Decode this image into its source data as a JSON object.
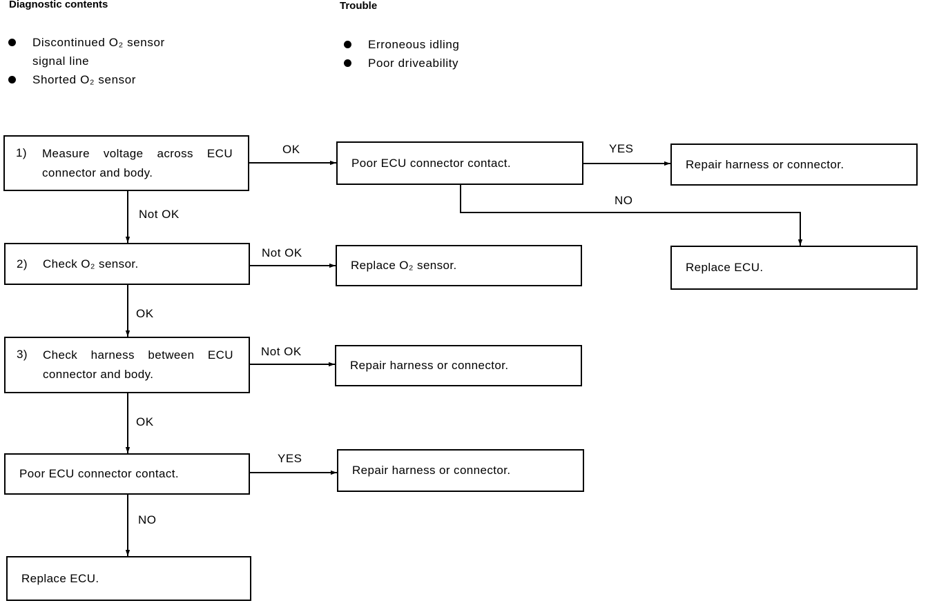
{
  "headings": {
    "diagnostic": "Diagnostic contents",
    "trouble": "Trouble"
  },
  "diagnostic_items": [
    "Discontinued O₂ sensor signal line",
    "Shorted O₂ sensor"
  ],
  "trouble_items": [
    "Erroneous idling",
    "Poor driveability"
  ],
  "boxes": {
    "step1": {
      "num": "1)",
      "text": "Measure voltage across ECU connector and body."
    },
    "poor_contact_1": "Poor ECU connector contact.",
    "repair_1": "Repair harness or connector.",
    "replace_ecu_1": "Replace ECU.",
    "step2": {
      "num": "2)",
      "text": "Check O₂ sensor."
    },
    "replace_o2": "Replace O₂ sensor.",
    "step3": {
      "num": "3)",
      "text": "Check harness between ECU connector and body."
    },
    "repair_2": "Repair harness or connector.",
    "poor_contact_2": "Poor ECU connector contact.",
    "repair_3": "Repair harness or connector.",
    "replace_ecu_2": "Replace ECU."
  },
  "labels": {
    "ok_1": "OK",
    "yes_1": "YES",
    "no_1": "NO",
    "not_ok_1": "Not OK",
    "not_ok_2": "Not OK",
    "ok_2": "OK",
    "not_ok_3": "Not OK",
    "ok_3": "OK",
    "yes_2": "YES",
    "no_2": "NO"
  }
}
